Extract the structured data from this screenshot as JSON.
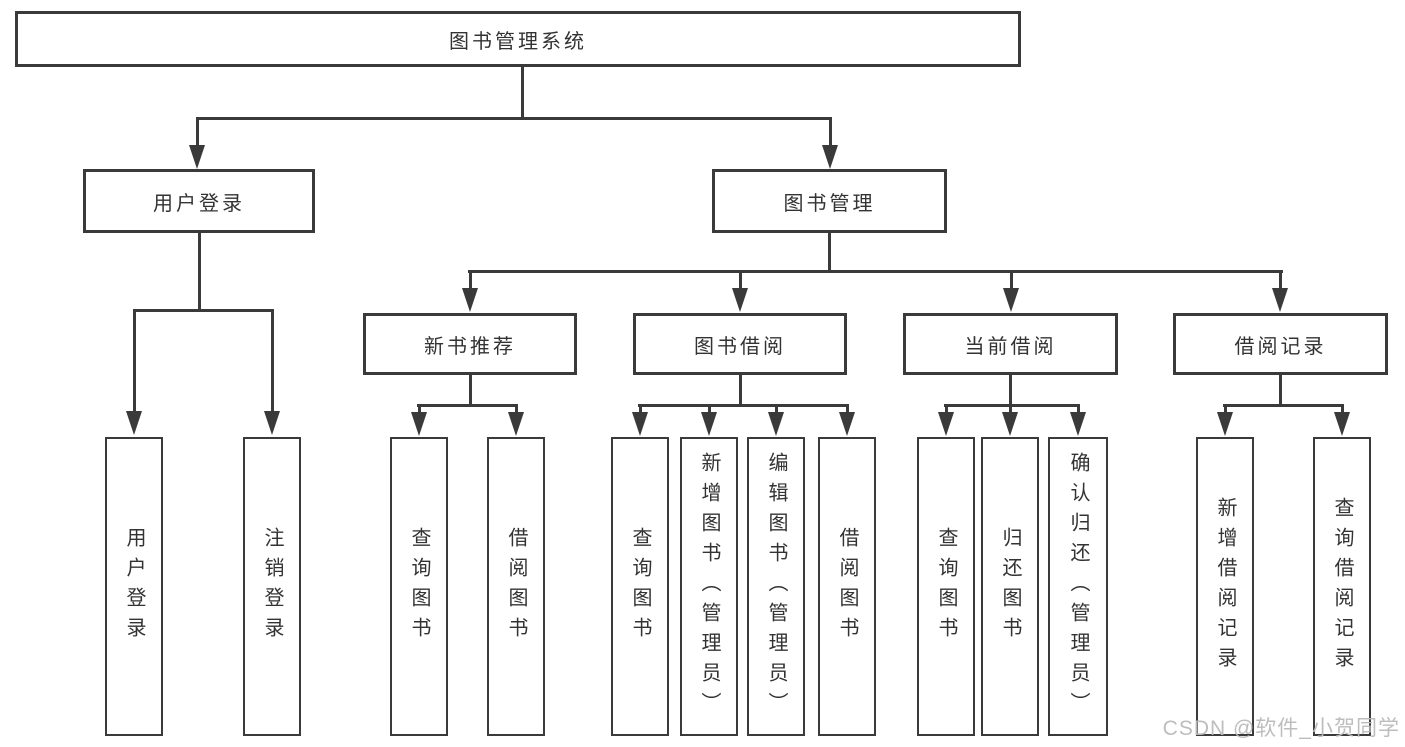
{
  "diagram_title": "图书管理系统",
  "tree": {
    "root": "图书管理系统",
    "login": {
      "label": "用户登录",
      "children": [
        "用户登录",
        "注销登录"
      ]
    },
    "management": {
      "label": "图书管理",
      "sections": [
        {
          "label": "新书推荐",
          "children": [
            "查询图书",
            "借阅图书"
          ]
        },
        {
          "label": "图书借阅",
          "children": [
            "查询图书",
            "新增图书（管理员）",
            "编辑图书（管理员）",
            "借阅图书"
          ]
        },
        {
          "label": "当前借阅",
          "children": [
            "查询图书",
            "归还图书",
            "确认归还（管理员）"
          ]
        },
        {
          "label": "借阅记录",
          "children": [
            "新增借阅记录",
            "查询借阅记录"
          ]
        }
      ]
    }
  },
  "watermark": "CSDN @软件_小贺同学",
  "colors": {
    "line": "#3a3a3a",
    "text": "#333333",
    "background": "#ffffff",
    "watermark": "#b9b9b9"
  }
}
